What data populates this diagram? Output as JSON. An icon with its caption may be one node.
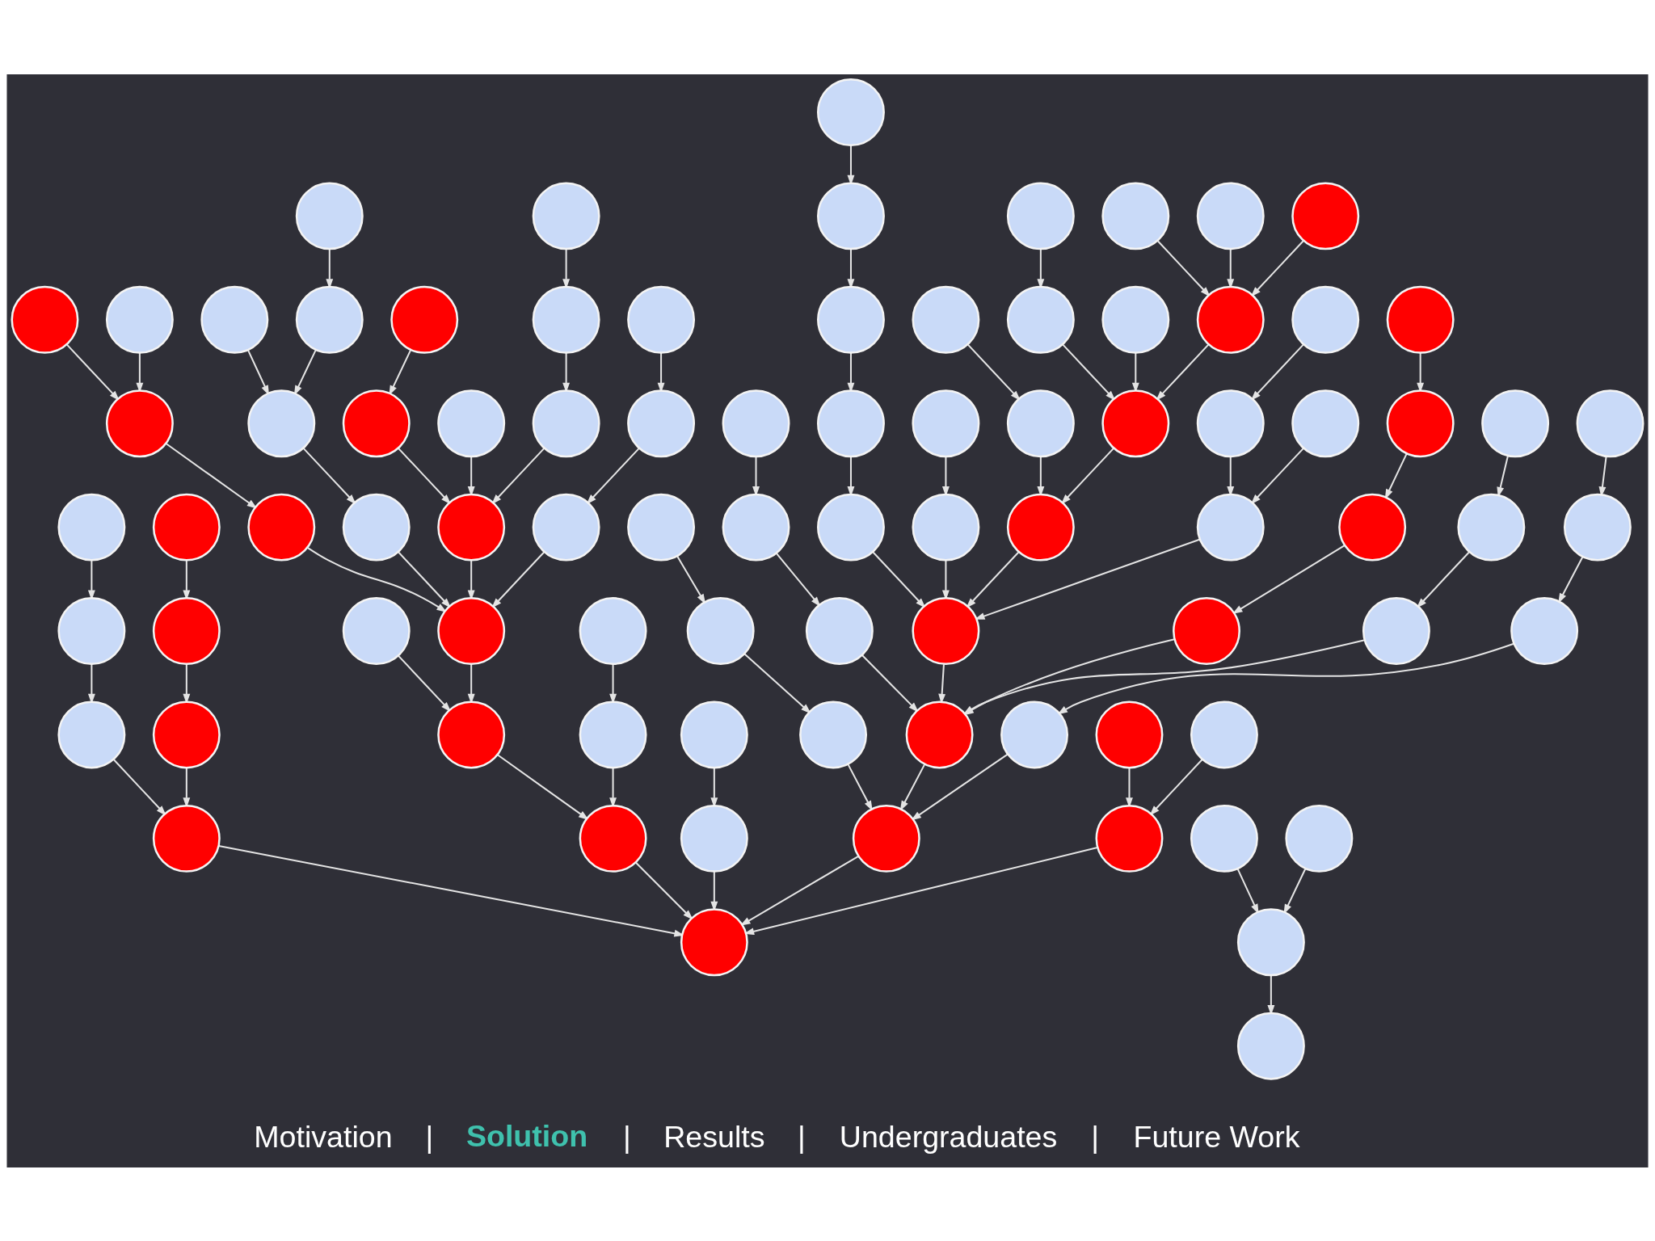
{
  "diagram": {
    "nodes": [
      {
        "text": [],
        "shape": "circle"
      },
      {
        "text": [],
        "shape": "circle"
      },
      {
        "text": [],
        "shape": "circle"
      },
      {
        "text": [],
        "shape": "circle"
      },
      {
        "text": [],
        "shape": "circle"
      },
      {
        "text": [],
        "shape": "circle"
      },
      {
        "text": [],
        "shape": "circle"
      },
      {
        "text": [],
        "shape": "circle"
      },
      {
        "text": [],
        "shape": "circle"
      },
      {
        "text": [],
        "shape": "circle"
      },
      {
        "text": [],
        "shape": "circle"
      },
      {
        "text": [],
        "shape": "circle"
      },
      {
        "text": [],
        "shape": "circle"
      },
      {
        "text": [],
        "shape": "circle"
      },
      {
        "text": [],
        "shape": "circle"
      },
      {
        "text": [],
        "shape": "circle"
      },
      {
        "text": [],
        "shape": "circle"
      },
      {
        "text": [],
        "shape": "circle"
      },
      {
        "text": [],
        "shape": "circle"
      },
      {
        "text": [],
        "shape": "circle"
      },
      {
        "text": [],
        "shape": "circle"
      },
      {
        "text": [],
        "shape": "circle"
      },
      {
        "text": [],
        "shape": "circle"
      },
      {
        "text": [],
        "shape": "circle"
      },
      {
        "text": [],
        "shape": "circle"
      },
      {
        "text": [],
        "shape": "circle"
      },
      {
        "text": [],
        "shape": "circle"
      },
      {
        "text": [],
        "shape": "circle"
      },
      {
        "text": [],
        "shape": "circle"
      },
      {
        "text": [],
        "shape": "circle"
      },
      {
        "text": [],
        "shape": "circle"
      },
      {
        "text": [],
        "shape": "circle"
      },
      {
        "text": [],
        "shape": "circle"
      },
      {
        "text": [],
        "shape": "circle"
      },
      {
        "text": [],
        "shape": "circle"
      },
      {
        "text": [],
        "shape": "circle"
      },
      {
        "text": [],
        "shape": "circle"
      },
      {
        "text": [],
        "shape": "circle"
      },
      {
        "text": [],
        "shape": "circle"
      },
      {
        "text": [],
        "shape": "circle"
      },
      {
        "text": [],
        "shape": "circle"
      },
      {
        "text": [],
        "shape": "circle"
      },
      {
        "text": [],
        "shape": "circle"
      },
      {
        "text": [],
        "shape": "circle"
      },
      {
        "text": [],
        "shape": "circle"
      },
      {
        "text": [],
        "shape": "circle"
      },
      {
        "text": [],
        "shape": "circle"
      },
      {
        "text": [],
        "shape": "circle"
      },
      {
        "text": [],
        "shape": "circle"
      },
      {
        "text": [],
        "shape": "circle"
      },
      {
        "text": [],
        "shape": "circle"
      },
      {
        "text": [],
        "shape": "circle"
      },
      {
        "text": [],
        "shape": "circle"
      },
      {
        "text": [],
        "shape": "circle"
      },
      {
        "text": [],
        "shape": "circle"
      },
      {
        "text": [],
        "shape": "circle"
      },
      {
        "text": [],
        "shape": "circle"
      },
      {
        "text": [],
        "shape": "circle"
      },
      {
        "text": [],
        "shape": "circle"
      },
      {
        "text": [],
        "shape": "circle"
      },
      {
        "text": [],
        "shape": "circle"
      },
      {
        "text": [],
        "shape": "circle"
      },
      {
        "text": [],
        "shape": "circle"
      },
      {
        "text": [],
        "shape": "circle"
      },
      {
        "text": [],
        "shape": "circle"
      },
      {
        "text": [],
        "shape": "circle"
      },
      {
        "text": [],
        "shape": "circle"
      },
      {
        "text": [],
        "shape": "circle"
      },
      {
        "text": [],
        "shape": "circle"
      },
      {
        "text": [],
        "shape": "circle"
      },
      {
        "text": [],
        "shape": "circle"
      },
      {
        "text": [],
        "shape": "circle"
      },
      {
        "text": [],
        "shape": "circle"
      },
      {
        "text": [],
        "shape": "circle"
      },
      {
        "text": [],
        "shape": "circle"
      },
      {
        "text": [],
        "shape": "circle"
      },
      {
        "text": [],
        "shape": "circle"
      },
      {
        "text": [],
        "shape": "circle"
      },
      {
        "text": [],
        "shape": "circle"
      },
      {
        "text": [],
        "shape": "circle"
      },
      {
        "text": [],
        "shape": "circle"
      },
      {
        "text": [],
        "shape": "circle"
      },
      {
        "text": [],
        "shape": "circle"
      },
      {
        "text": [],
        "shape": "circle"
      }
    ],
    "edges": [
      {
        "from": 0,
        "to": 9,
        "arrow": "to"
      },
      {
        "from": 1,
        "to": 9,
        "arrow": "to"
      },
      {
        "from": 8,
        "to": 9,
        "arrow": "to"
      },
      {
        "from": 9,
        "to": 21,
        "arrow": "to"
      },
      {
        "from": 10,
        "to": 21,
        "arrow": "to"
      },
      {
        "from": 2,
        "to": 10,
        "arrow": "to"
      },
      {
        "from": 20,
        "to": 21,
        "arrow": "to"
      },
      {
        "from": 21,
        "to": 33,
        "arrow": "to"
      },
      {
        "from": 3,
        "to": 11,
        "arrow": "to"
      },
      {
        "from": 11,
        "to": 18,
        "arrow": "to"
      },
      {
        "from": 18,
        "to": 22,
        "arrow": "to"
      },
      {
        "from": 22,
        "to": 28,
        "arrow": "to"
      },
      {
        "from": 28,
        "to": 44,
        "arrow": "to"
      },
      {
        "from": 34,
        "to": 33,
        "arrow": "to"
      },
      {
        "from": 39,
        "to": 34,
        "arrow": "to"
      },
      {
        "from": 33,
        "to": 44,
        "arrow": "to"
      },
      {
        "from": 12,
        "to": 23,
        "arrow": "to"
      },
      {
        "from": 23,
        "to": 31,
        "arrow": "to"
      },
      {
        "from": 31,
        "to": 40,
        "arrow": "to"
      },
      {
        "from": 40,
        "to": 49,
        "arrow": "to"
      },
      {
        "from": 24,
        "to": 37,
        "arrow": "to"
      },
      {
        "from": 37,
        "to": 42,
        "arrow": "to"
      },
      {
        "from": 42,
        "to": 49,
        "arrow": "to"
      },
      {
        "from": 44,
        "to": 49,
        "arrow": "to"
      },
      {
        "from": 47,
        "to": 44,
        "arrow": "to"
      },
      {
        "from": 48,
        "to": 47,
        "arrow": "to"
      },
      {
        "from": 56,
        "to": 44,
        "arrow": "to"
      },
      {
        "from": 57,
        "to": 56,
        "arrow": "to"
      },
      {
        "from": 65,
        "to": 56,
        "arrow": "to"
      },
      {
        "from": 75,
        "to": 65,
        "arrow": "to"
      },
      {
        "from": 58,
        "to": 49,
        "arrow": "to"
      },
      {
        "from": 70,
        "to": 58,
        "arrow": "to"
      },
      {
        "from": 81,
        "to": 70,
        "arrow": "to"
      },
      {
        "from": 71,
        "to": 59,
        "arrow": "to"
      },
      {
        "from": 82,
        "to": 71,
        "arrow": "to"
      },
      {
        "from": 59,
        "to": 50,
        "arrow": "to"
      },
      {
        "from": 49,
        "to": 50,
        "arrow": "to"
      },
      {
        "from": 43,
        "to": 50,
        "arrow": "to"
      },
      {
        "from": 50,
        "to": 51,
        "arrow": "to"
      },
      {
        "from": 41,
        "to": 51,
        "arrow": "to"
      },
      {
        "from": 52,
        "to": 51,
        "arrow": "to"
      },
      {
        "from": 53,
        "to": 52,
        "arrow": "to"
      },
      {
        "from": 67,
        "to": 51,
        "arrow": "to"
      },
      {
        "from": 66,
        "to": 51,
        "arrow": "to"
      },
      {
        "from": 72,
        "to": 66,
        "arrow": "to"
      },
      {
        "from": 76,
        "to": 67,
        "arrow": "to"
      },
      {
        "from": 77,
        "to": 67,
        "arrow": "to"
      },
      {
        "from": 61,
        "to": 52,
        "arrow": "to"
      },
      {
        "from": 73,
        "to": 61,
        "arrow": "to"
      },
      {
        "from": 62,
        "to": 53,
        "arrow": "to"
      },
      {
        "from": 4,
        "to": 17,
        "arrow": "to"
      },
      {
        "from": 17,
        "to": 30,
        "arrow": "to"
      },
      {
        "from": 30,
        "to": 43,
        "arrow": "to"
      },
      {
        "from": 5,
        "to": 16,
        "arrow": "to"
      },
      {
        "from": 16,
        "to": 29,
        "arrow": "to"
      },
      {
        "from": 29,
        "to": 41,
        "arrow": "to"
      },
      {
        "from": 36,
        "to": 41,
        "arrow": "to"
      },
      {
        "from": 13,
        "to": 25,
        "arrow": "to"
      },
      {
        "from": 25,
        "to": 36,
        "arrow": "to"
      },
      {
        "from": 6,
        "to": 19,
        "arrow": "to"
      },
      {
        "from": 7,
        "to": 15,
        "arrow": "to"
      },
      {
        "from": 15,
        "to": 19,
        "arrow": "to"
      },
      {
        "from": 19,
        "to": 32,
        "arrow": "to"
      },
      {
        "from": 32,
        "to": 46,
        "arrow": "to"
      },
      {
        "from": 14,
        "to": 26,
        "arrow": "to"
      },
      {
        "from": 26,
        "to": 35,
        "arrow": "to"
      },
      {
        "from": 35,
        "to": 45,
        "arrow": "to"
      },
      {
        "from": 27,
        "to": 38,
        "arrow": "to"
      },
      {
        "from": 38,
        "to": 45,
        "arrow": "to"
      },
      {
        "from": 45,
        "to": 46,
        "arrow": "to"
      },
      {
        "from": 46,
        "to": 53,
        "arrow": "to"
      },
      {
        "from": 55,
        "to": 45,
        "arrow": "to"
      },
      {
        "from": 54,
        "to": 46,
        "arrow": "to"
      },
      {
        "from": 60,
        "to": 46,
        "arrow": "to"
      },
      {
        "from": 68,
        "to": 60,
        "arrow": "to"
      },
      {
        "from": 78,
        "to": 68,
        "arrow": "to"
      },
      {
        "from": 80,
        "to": 68,
        "arrow": "to"
      },
      {
        "from": 63,
        "to": 54,
        "arrow": "to"
      },
      {
        "from": 64,
        "to": 63,
        "arrow": "to"
      },
      {
        "from": 79,
        "to": 69,
        "arrow": "to"
      },
      {
        "from": 74,
        "to": 79,
        "arrow": "to"
      },
      {
        "from": 83,
        "to": 79,
        "arrow": "to"
      }
    ],
    "labels": [
      "Motivation",
      "|",
      "Solution",
      "|",
      "Results",
      "|",
      "Undergraduates",
      "|",
      "Future Work"
    ]
  }
}
